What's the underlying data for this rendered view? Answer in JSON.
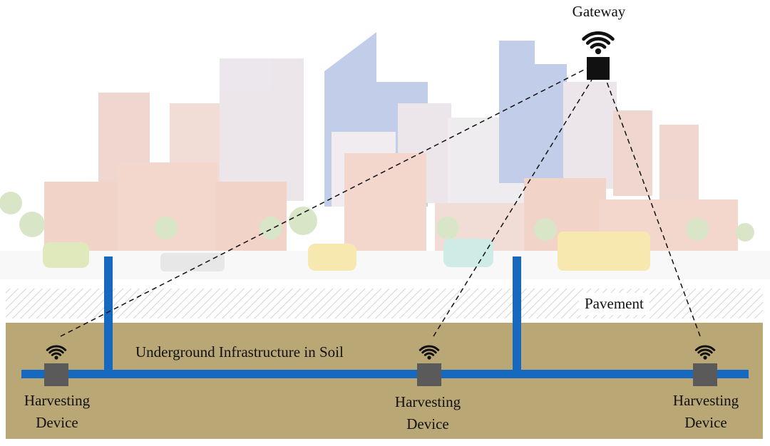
{
  "labels": {
    "gateway": "Gateway",
    "pavement": "Pavement",
    "soil": "Underground Infrastructure in Soil",
    "devices": [
      "Harvesting\nDevice",
      "Harvesting\nDevice",
      "Harvesting\nDevice"
    ],
    "device_line1": "Harvesting",
    "device_line2": "Device"
  },
  "colors": {
    "soil": "#baa776",
    "pipe": "#1769c0",
    "device": "#5a5a5a",
    "gateway": "#111111"
  },
  "icons": [
    "wifi-icon",
    "city-skyline-background"
  ]
}
